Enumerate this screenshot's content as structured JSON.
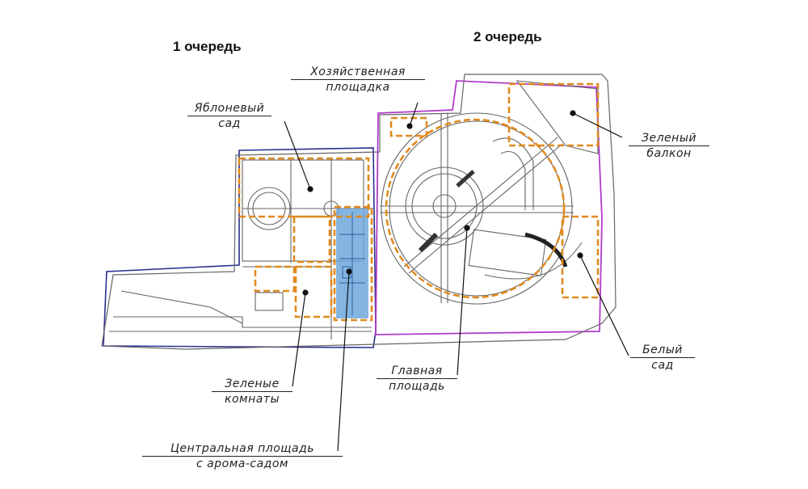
{
  "phases": {
    "first": "1 очередь",
    "second": "2 очередь"
  },
  "labels": {
    "household": {
      "line1": "Хозяйственная",
      "line2": "площадка"
    },
    "apple_garden": {
      "line1": "Яблоневый",
      "line2": "сад"
    },
    "green_balcony": {
      "line1": "Зеленый",
      "line2": "балкон"
    },
    "white_garden": {
      "line1": "Белый",
      "line2": "сад"
    },
    "main_square": {
      "line1": "Главная",
      "line2": "площадь"
    },
    "green_rooms": {
      "line1": "Зеленые",
      "line2": "комнаты"
    },
    "central_square": {
      "line1": "Центральная площадь",
      "line2": "с аромa-садом"
    }
  },
  "colors": {
    "phase1_boundary": "#2b2f8f",
    "phase2_boundary": "#b03bc8",
    "zone_outline": "#e08a1e",
    "aroma_garden": "#6fa8dc",
    "linework": "#555555"
  }
}
